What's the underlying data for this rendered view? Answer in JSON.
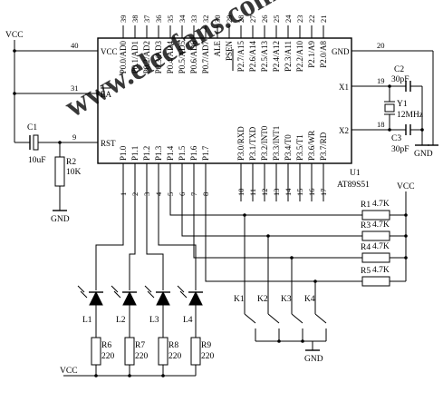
{
  "watermark": "www.elecfans.com",
  "chip": {
    "ref": "U1",
    "part": "AT89S51",
    "left_pins": [
      {
        "num": "40",
        "name": "VCC"
      },
      {
        "num": "31",
        "name": "EA"
      },
      {
        "num": "9",
        "name": "RST"
      }
    ],
    "right_pins": [
      {
        "num": "20",
        "name": "GND"
      },
      {
        "num": "19",
        "name": "X1"
      },
      {
        "num": "18",
        "name": "X2"
      }
    ],
    "top_pins": [
      {
        "num": "39",
        "name": "P0.0/AD0"
      },
      {
        "num": "38",
        "name": "P0.1/AD1"
      },
      {
        "num": "37",
        "name": "P0.2/AD2"
      },
      {
        "num": "36",
        "name": "P0.3/AD3"
      },
      {
        "num": "35",
        "name": "P0.4/AD4"
      },
      {
        "num": "34",
        "name": "P0.5/AD5"
      },
      {
        "num": "33",
        "name": "P0.6/AD6"
      },
      {
        "num": "32",
        "name": "P0.7/AD7"
      },
      {
        "num": "30",
        "name": "ALE"
      },
      {
        "num": "29",
        "name": "PSEN"
      },
      {
        "num": "28",
        "name": "P2.7/A15"
      },
      {
        "num": "27",
        "name": "P2.6/A14"
      },
      {
        "num": "26",
        "name": "P2.5/A13"
      },
      {
        "num": "25",
        "name": "P2.4/A12"
      },
      {
        "num": "24",
        "name": "P2.3/A11"
      },
      {
        "num": "23",
        "name": "P2.2/A10"
      },
      {
        "num": "22",
        "name": "P2.1/A9"
      },
      {
        "num": "21",
        "name": "P2.0/A8"
      }
    ],
    "bottom_pins": [
      {
        "num": "1",
        "name": "P1.0"
      },
      {
        "num": "2",
        "name": "P1.1"
      },
      {
        "num": "3",
        "name": "P1.2"
      },
      {
        "num": "4",
        "name": "P1.3"
      },
      {
        "num": "5",
        "name": "P1.4"
      },
      {
        "num": "6",
        "name": "P1.5"
      },
      {
        "num": "7",
        "name": "P1.6"
      },
      {
        "num": "8",
        "name": "P1.7"
      },
      {
        "num": "10",
        "name": "P3.0/RXD"
      },
      {
        "num": "11",
        "name": "P3.1/TXD"
      },
      {
        "num": "12",
        "name": "P3.2/INT0"
      },
      {
        "num": "13",
        "name": "P3.3/INT1"
      },
      {
        "num": "14",
        "name": "P3.4/T0"
      },
      {
        "num": "15",
        "name": "P3.5/T1"
      },
      {
        "num": "16",
        "name": "P3.6/WR"
      },
      {
        "num": "17",
        "name": "P3.7/RD"
      }
    ]
  },
  "nets": {
    "vcc": "VCC",
    "gnd": "GND"
  },
  "reset": {
    "cap_ref": "C1",
    "cap_value": "10uF",
    "res_ref": "R2",
    "res_value": "10K"
  },
  "crystal": {
    "c2_ref": "C2",
    "c2_value": "30pF",
    "c3_ref": "C3",
    "c3_value": "30pF",
    "y_ref": "Y1",
    "y_value": "12MHz"
  },
  "leds": [
    {
      "ref": "L1",
      "res_ref": "R6",
      "res_value": "220"
    },
    {
      "ref": "L2",
      "res_ref": "R7",
      "res_value": "220"
    },
    {
      "ref": "L3",
      "res_ref": "R8",
      "res_value": "220"
    },
    {
      "ref": "L4",
      "res_ref": "R9",
      "res_value": "220"
    }
  ],
  "pullups": [
    {
      "ref": "R1",
      "value": "4.7K"
    },
    {
      "ref": "R3",
      "value": "4.7K"
    },
    {
      "ref": "R4",
      "value": "4.7K"
    },
    {
      "ref": "R5",
      "value": "4.7K"
    }
  ],
  "keys": [
    {
      "ref": "K1"
    },
    {
      "ref": "K2"
    },
    {
      "ref": "K3"
    },
    {
      "ref": "K4"
    }
  ]
}
